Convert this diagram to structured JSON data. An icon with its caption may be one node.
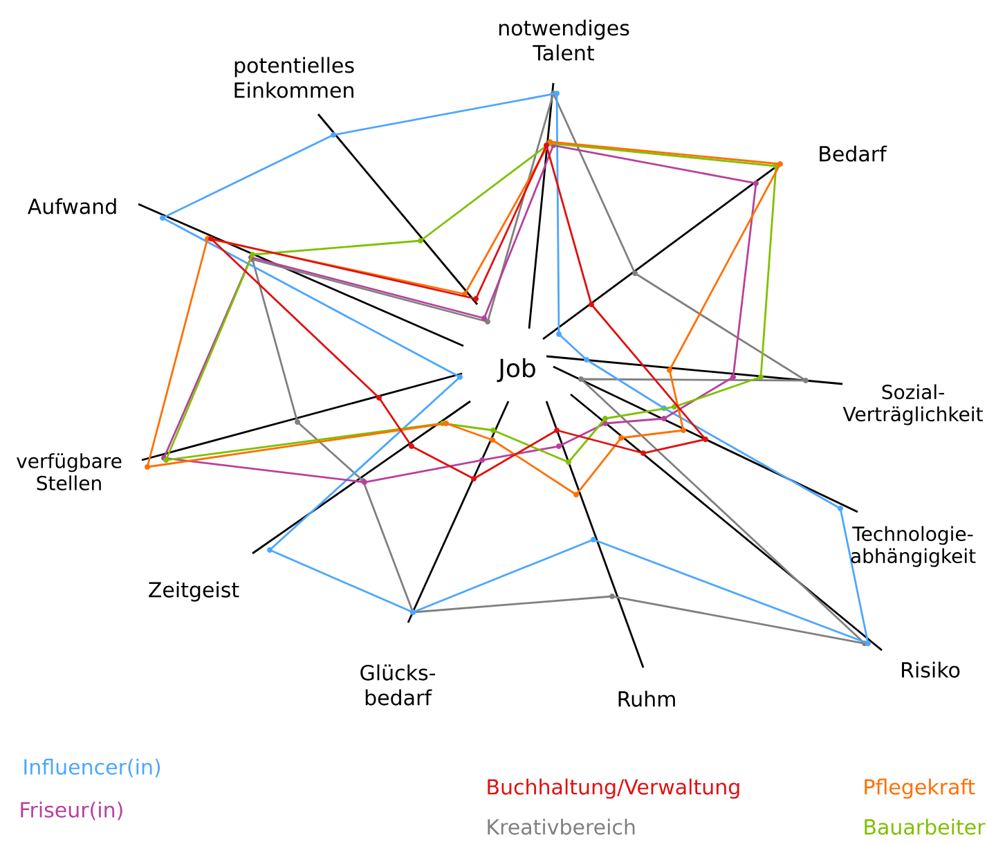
{
  "diagram": {
    "labels": [
      "notwendiges Talent",
      "potentielles Einkommen",
      "Bedarf",
      "Aufwand",
      "Job",
      "Sozial- Verträglichkeit",
      "verfügbare Stellen",
      "Technologie- abhängigkeit",
      "Zeitgeist",
      "Risiko",
      "Glücks- bedarf",
      "Ruhm"
    ],
    "legend": [
      {
        "text": "Influencer(in)",
        "color": "#4da6ff"
      },
      {
        "text": "Friseur(in)",
        "color": "#b8409c"
      },
      {
        "text": "Buchhaltung/Verwaltung",
        "color": "#e01010"
      },
      {
        "text": "Kreativbereich",
        "color": "#808080"
      },
      {
        "text": "Pflegekraft",
        "color": "#ff7000"
      },
      {
        "text": "Bauarbeiter",
        "color": "#80c000"
      }
    ]
  }
}
